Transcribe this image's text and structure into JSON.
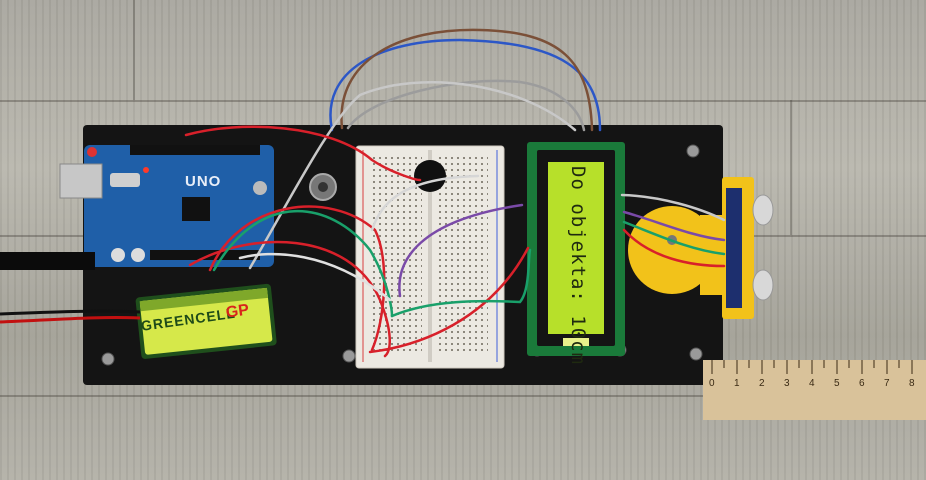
{
  "lcd": {
    "text": "Do objekta: 10cm"
  },
  "arduino": {
    "label": "UNO"
  },
  "battery": {
    "brand": "GREENCELL",
    "logo": "GP"
  },
  "ruler": {
    "numbers": [
      "0",
      "1",
      "2",
      "3",
      "4",
      "5",
      "6",
      "7",
      "8"
    ]
  },
  "colors": {
    "base": "#141414",
    "lcd_backlight": "#b7e02a",
    "arduino": "#1f5fa8",
    "sensor_mount": "#f2c21a",
    "battery": "#d6e84a",
    "ruler": "#d9c29a"
  }
}
